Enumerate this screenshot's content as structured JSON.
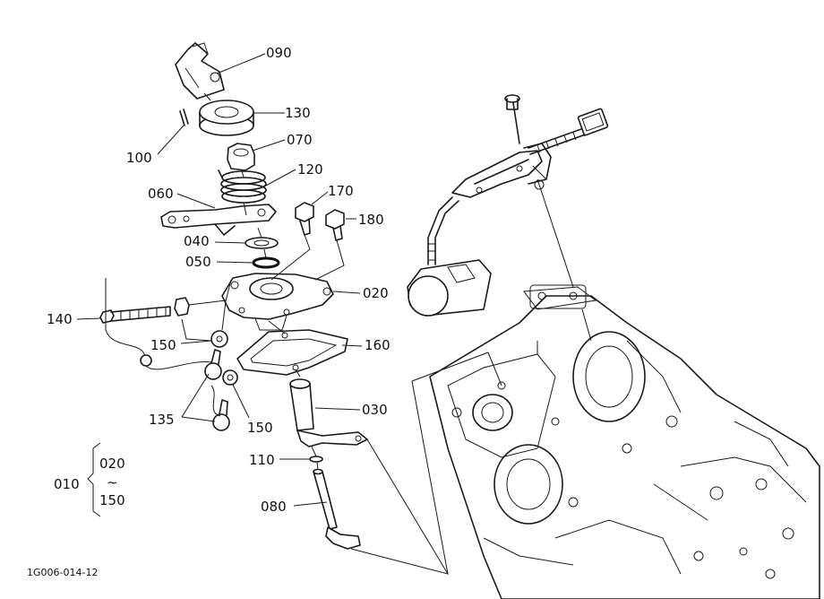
{
  "callouts": {
    "c090": "090",
    "c130": "130",
    "c100": "100",
    "c070": "070",
    "c120": "120",
    "c060": "060",
    "c170": "170",
    "c180": "180",
    "c040": "040",
    "c050": "050",
    "c020": "020",
    "c140": "140",
    "c150a": "150",
    "c160": "160",
    "c135": "135",
    "c150b": "150",
    "c030": "030",
    "c110": "110",
    "c080": "080"
  },
  "assembly": {
    "id": "010",
    "range_from": "020",
    "range_sep": "~",
    "range_to": "150"
  },
  "figure_code": "1G006-014-12"
}
